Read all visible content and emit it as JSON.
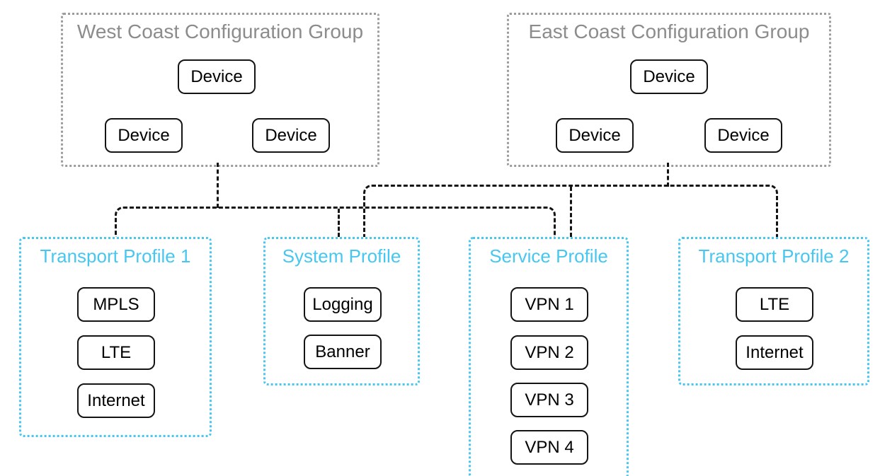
{
  "diagram": {
    "groups": [
      {
        "title": "West Coast Configuration Group",
        "devices": [
          "Device",
          "Device",
          "Device"
        ]
      },
      {
        "title": "East Coast Configuration Group",
        "devices": [
          "Device",
          "Device",
          "Device"
        ]
      }
    ],
    "profiles": [
      {
        "title": "Transport Profile 1",
        "items": [
          "MPLS",
          "LTE",
          "Internet"
        ]
      },
      {
        "title": "System Profile",
        "items": [
          "Logging",
          "Banner"
        ]
      },
      {
        "title": "Service Profile",
        "items": [
          "VPN 1",
          "VPN 2",
          "VPN 3",
          "VPN 4"
        ]
      },
      {
        "title": "Transport Profile 2",
        "items": [
          "LTE",
          "Internet"
        ]
      }
    ],
    "connections": [
      {
        "from": "West Coast Configuration Group",
        "to": [
          "Transport Profile 1",
          "System Profile",
          "Service Profile"
        ]
      },
      {
        "from": "East Coast Configuration Group",
        "to": [
          "System Profile",
          "Service Profile",
          "Transport Profile 2"
        ]
      }
    ],
    "colors": {
      "profile_accent": "#47C7F0",
      "group_border": "#9C9C9C",
      "group_title": "#8C8C8C",
      "connector": "#141414",
      "node_border": "#141414",
      "background": "#FFFFFF"
    }
  }
}
